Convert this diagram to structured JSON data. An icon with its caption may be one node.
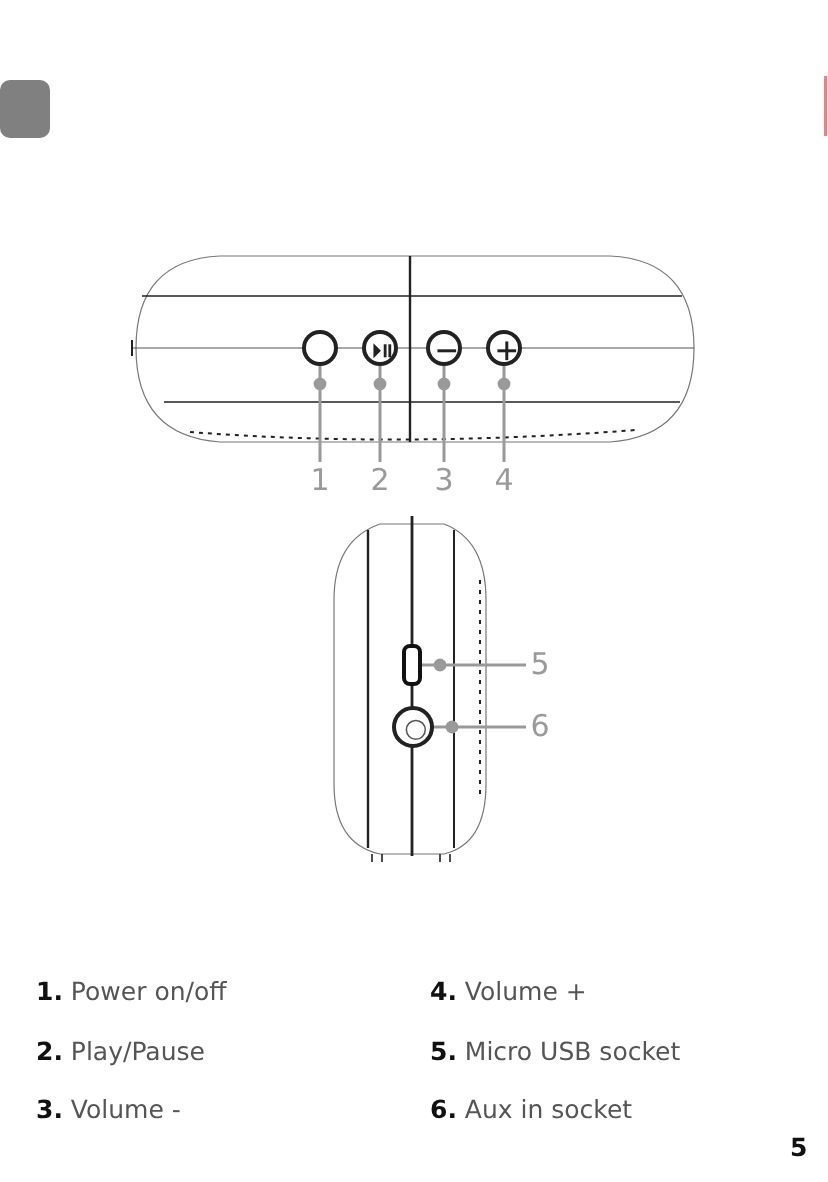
{
  "diagram": {
    "nodes": [
      {
        "text": [],
        "shape": "circle"
      },
      {
        "text": [],
        "shape": "circle"
      },
      {
        "text": [],
        "shape": "circle"
      },
      {
        "text": [],
        "shape": "circle"
      },
      {
        "text": [
          "1"
        ]
      },
      {
        "text": [
          "2"
        ]
      },
      {
        "text": [
          "3"
        ]
      },
      {
        "text": [
          "4"
        ]
      },
      {
        "text": [],
        "shape": "box"
      },
      {
        "text": [],
        "shape": "circle"
      },
      {
        "text": [
          "5"
        ]
      },
      {
        "text": [
          "6"
        ]
      }
    ],
    "edges": [
      {
        "from": 4,
        "to": 0,
        "arrow": "other"
      },
      {
        "from": 5,
        "to": 1,
        "arrow": "other"
      },
      {
        "from": 6,
        "to": 2,
        "arrow": "other"
      },
      {
        "from": 7,
        "to": 3,
        "arrow": "other"
      },
      {
        "from": 10,
        "to": 8,
        "arrow": "other"
      },
      {
        "from": 11,
        "to": 9,
        "arrow": "other"
      }
    ],
    "labels": [
      "**1.** Power on/off",
      "**4.** Volume +",
      "**2.** Play/Pause",
      "**5.** Micro USB socket",
      "**3.** Volume -",
      "**6.** Aux in socket",
      "5"
    ]
  }
}
